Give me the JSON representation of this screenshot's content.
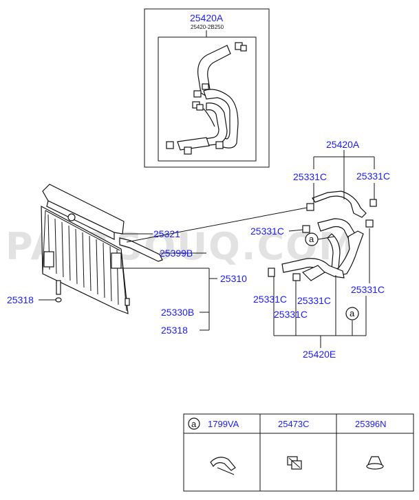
{
  "watermark": "PARTSOUQ.COM",
  "inset": {
    "part_number": "25420A",
    "sub_part_number": "25420-2B250"
  },
  "callouts": {
    "hose_assembly_upper": "25420A",
    "clip_upper_left": "25331C",
    "clip_upper_right": "25331C",
    "clip_middle": "25331C",
    "clip_right_lower": "25331C",
    "clip_lower_a": "25331C",
    "clip_lower_b": "25331C",
    "clip_lower_c": "25331C",
    "hose_assembly_lower": "25420E",
    "radiator_group": "25310",
    "part_25321": "25321",
    "part_25399B": "25399B",
    "part_25330B": "25330B",
    "part_25318_right": "25318",
    "part_25318_left": "25318",
    "ref_a_upper": "a",
    "ref_a_lower": "a"
  },
  "legend_table": {
    "columns": [
      {
        "ref": "a",
        "part": "1799VA",
        "icon": "hose-clamp-icon"
      },
      {
        "ref": "",
        "part": "25473C",
        "icon": "clip-fitting-icon"
      },
      {
        "ref": "",
        "part": "25396N",
        "icon": "rubber-cap-icon"
      }
    ]
  }
}
